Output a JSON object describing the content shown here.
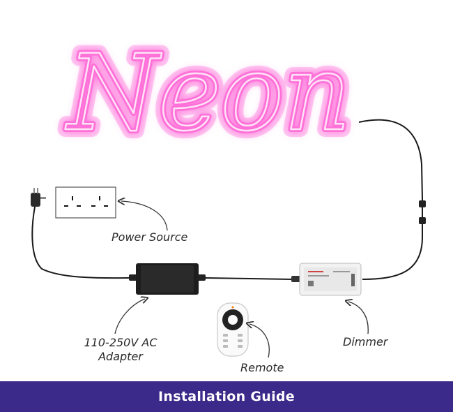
{
  "sign_text": "Neon",
  "labels": {
    "power_source": "Power Source",
    "adapter_line1": "110-250V AC",
    "adapter_line2": "Adapter",
    "remote": "Remote",
    "dimmer": "Dimmer"
  },
  "footer": {
    "title": "Installation Guide"
  },
  "colors": {
    "neon": "#ff6fd8",
    "neon_glow": "#ffc2f0",
    "banner": "#3b2a8a",
    "cable": "#1a1a1a"
  }
}
